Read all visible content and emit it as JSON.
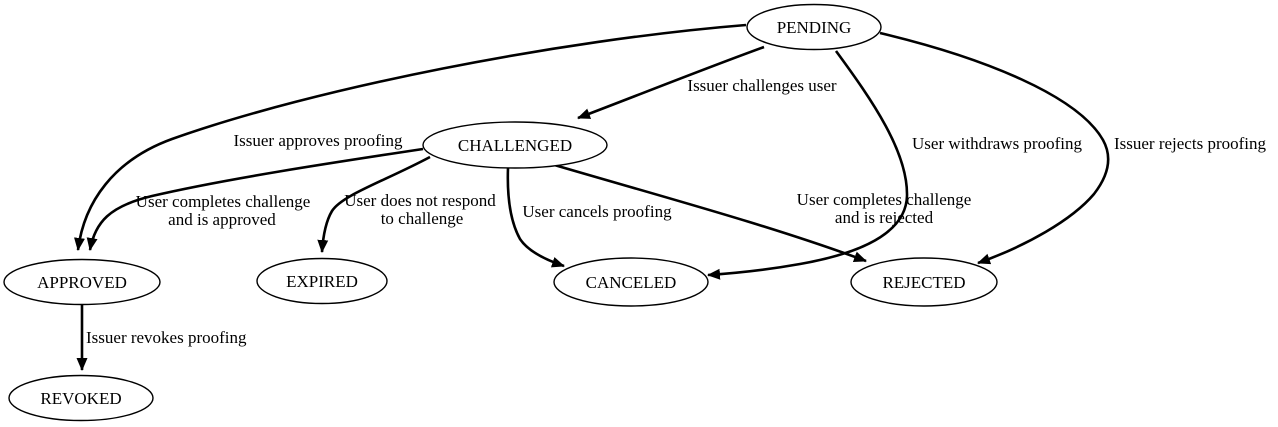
{
  "diagram": {
    "type": "state-diagram",
    "background_color": "#ffffff",
    "stroke_color": "#000000",
    "text_color": "#000000",
    "node_fill_color": "#ffffff",
    "nodes": [
      {
        "id": "pending",
        "label": "PENDING"
      },
      {
        "id": "challenged",
        "label": "CHALLENGED"
      },
      {
        "id": "approved",
        "label": "APPROVED"
      },
      {
        "id": "expired",
        "label": "EXPIRED"
      },
      {
        "id": "canceled",
        "label": "CANCELED"
      },
      {
        "id": "rejected",
        "label": "REJECTED"
      },
      {
        "id": "revoked",
        "label": "REVOKED"
      }
    ],
    "edges": [
      {
        "from": "PENDING",
        "to": "CHALLENGED",
        "label": [
          "Issuer challenges user"
        ]
      },
      {
        "from": "PENDING",
        "to": "APPROVED",
        "label": [
          "Issuer approves proofing"
        ]
      },
      {
        "from": "PENDING",
        "to": "CANCELED",
        "label": [
          "User withdraws proofing"
        ]
      },
      {
        "from": "PENDING",
        "to": "REJECTED",
        "label": [
          "Issuer rejects proofing"
        ]
      },
      {
        "from": "CHALLENGED",
        "to": "APPROVED",
        "label": [
          "User completes challenge",
          "and is approved"
        ]
      },
      {
        "from": "CHALLENGED",
        "to": "EXPIRED",
        "label": [
          "User does not respond",
          "to challenge"
        ]
      },
      {
        "from": "CHALLENGED",
        "to": "CANCELED",
        "label": [
          "User cancels proofing"
        ]
      },
      {
        "from": "CHALLENGED",
        "to": "REJECTED",
        "label": [
          "User completes challenge",
          "and is rejected"
        ]
      },
      {
        "from": "APPROVED",
        "to": "REVOKED",
        "label": [
          "Issuer revokes proofing"
        ]
      }
    ]
  }
}
